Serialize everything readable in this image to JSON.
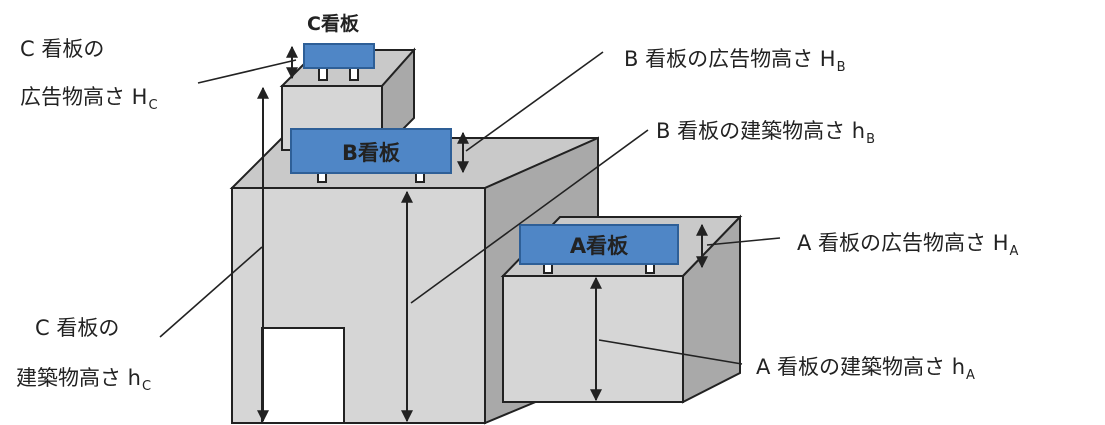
{
  "signs": {
    "a": "A看板",
    "b": "B看板",
    "c": "C看板"
  },
  "labels": {
    "c_ad_height": {
      "line1": "C 看板の",
      "line2": "広告物高さ H",
      "sub": "C"
    },
    "b_ad_height": {
      "text": "B 看板の広告物高さ H",
      "sub": "B"
    },
    "b_building_height": {
      "text": "B 看板の建築物高さ h",
      "sub": "B"
    },
    "a_ad_height": {
      "text": "A 看板の広告物高さ H",
      "sub": "A"
    },
    "c_building_height": {
      "line1": "C 看板の",
      "line2": "建築物高さ h",
      "sub": "C"
    },
    "a_building_height": {
      "text": "A 看板の建築物高さ h",
      "sub": "A"
    }
  },
  "colors": {
    "sign_fill": "#4f86c6",
    "sign_stroke": "#2e5f97",
    "building_front": "#d6d6d6",
    "building_top": "#c9c9c9",
    "building_side": "#a9a9a9",
    "outline": "#222222",
    "door": "#ffffff"
  }
}
